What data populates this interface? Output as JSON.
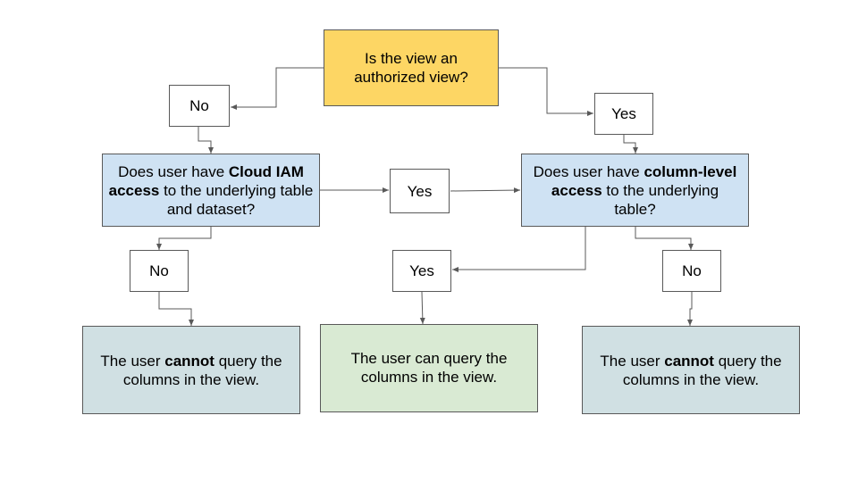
{
  "colors": {
    "root_question": "#fdd664",
    "question": "#cfe2f3",
    "deny_outcome": "#d0e0e3",
    "allow_outcome": "#d9ead3",
    "border": "#595959",
    "connector": "#595959"
  },
  "nodes": {
    "authorized_view_question": {
      "line1": "Is the view an",
      "line2": "authorized view?"
    },
    "label_no_left": {
      "text": "No"
    },
    "label_yes_right": {
      "text": "Yes"
    },
    "iam_question": {
      "pre": "Does user have ",
      "bold": "Cloud IAM access",
      "post": " to the underlying table and dataset?"
    },
    "label_yes_middle": {
      "text": "Yes"
    },
    "column_access_question": {
      "pre": "Does user have ",
      "bold": "column-level access",
      "post": " to the underlying table?"
    },
    "label_no_iam": {
      "text": "No"
    },
    "label_yes_column": {
      "text": "Yes"
    },
    "label_no_column": {
      "text": "No"
    },
    "outcome_cannot_left": {
      "pre": "The user ",
      "bold": "cannot",
      "post": " query the columns in the view."
    },
    "outcome_can": {
      "text": "The user can query the columns in the view."
    },
    "outcome_cannot_right": {
      "pre": "The user ",
      "bold": "cannot",
      "post": " query the columns in the view."
    }
  }
}
